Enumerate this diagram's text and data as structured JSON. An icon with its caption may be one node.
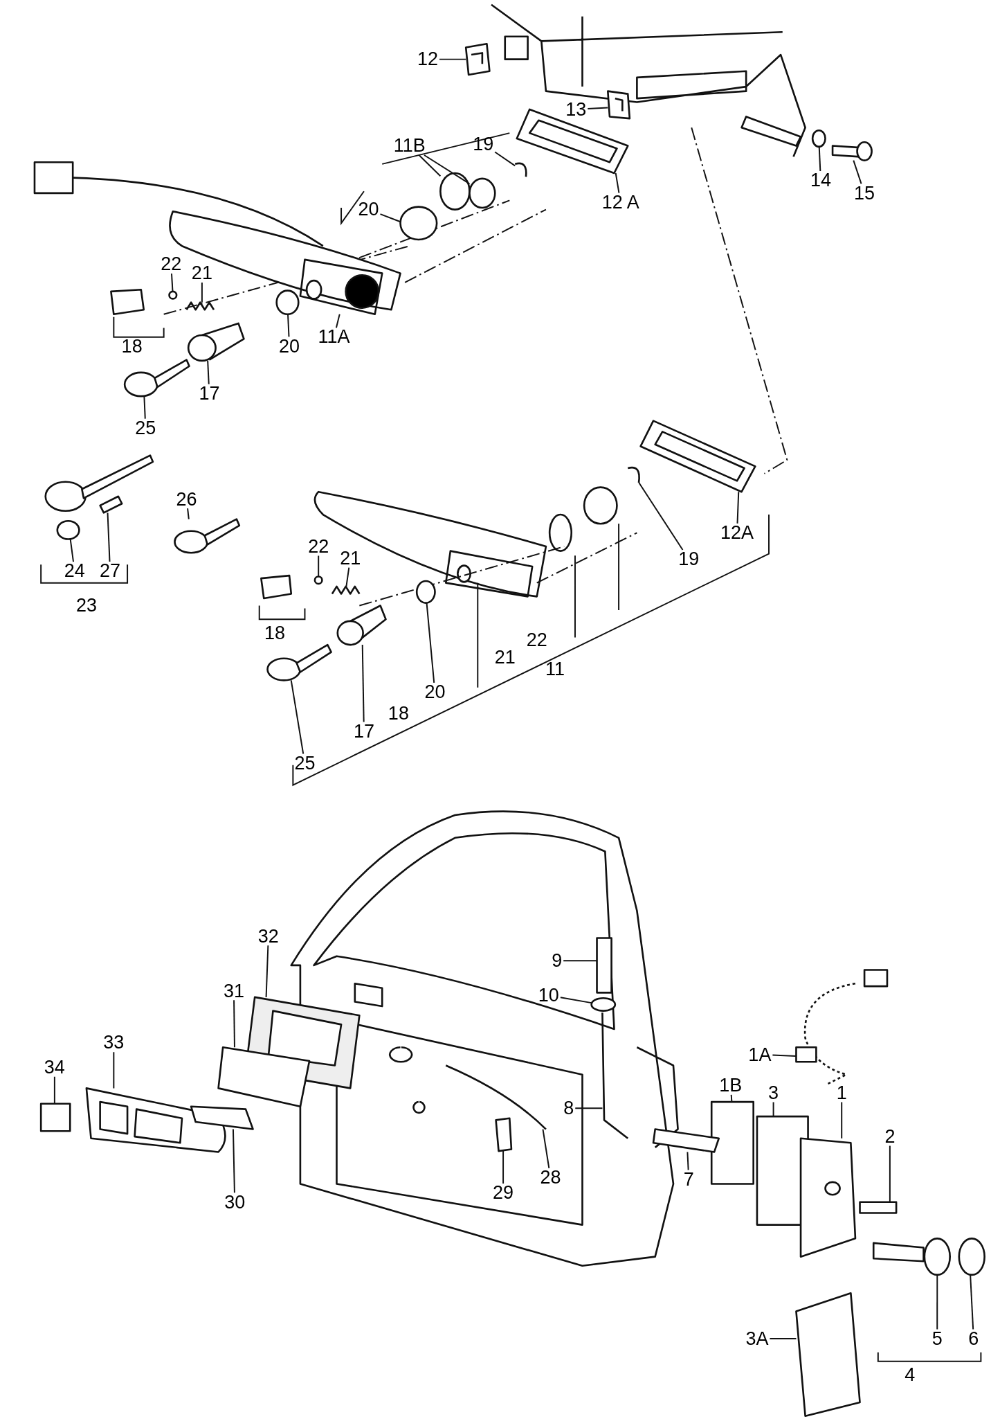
{
  "diagram": {
    "nodes": [
      {
        "text": [
          "12"
        ]
      },
      {
        "text": [
          "13"
        ]
      },
      {
        "text": [
          "11B"
        ]
      },
      {
        "text": [
          "19"
        ]
      },
      {
        "text": [
          "14"
        ]
      },
      {
        "text": [
          "15"
        ]
      },
      {
        "text": [
          "20"
        ]
      },
      {
        "text": [
          "12 A"
        ]
      },
      {
        "text": [
          "22"
        ]
      },
      {
        "text": [
          "21"
        ]
      },
      {
        "text": [
          "20"
        ]
      },
      {
        "text": [
          "11A"
        ]
      },
      {
        "text": [
          "17"
        ]
      },
      {
        "text": [
          "25"
        ]
      },
      {
        "text": [
          "26"
        ]
      },
      {
        "text": [
          "24"
        ]
      },
      {
        "text": [
          "27"
        ]
      },
      {
        "text": [
          "22"
        ]
      },
      {
        "text": [
          "21"
        ]
      },
      {
        "text": [
          "19"
        ]
      },
      {
        "text": [
          "12A"
        ]
      },
      {
        "text": [
          "20"
        ]
      },
      {
        "text": [
          "17"
        ]
      },
      {
        "text": [
          "25"
        ]
      },
      {
        "text": [
          "32"
        ]
      },
      {
        "text": [
          "31"
        ]
      },
      {
        "text": [
          "33"
        ]
      },
      {
        "text": [
          "34"
        ]
      },
      {
        "text": [
          "30"
        ]
      },
      {
        "text": [
          "9"
        ]
      },
      {
        "text": [
          "10"
        ]
      },
      {
        "text": [
          "8"
        ]
      },
      {
        "text": [
          "1A"
        ]
      },
      {
        "text": [
          "1B"
        ]
      },
      {
        "text": [
          "3"
        ]
      },
      {
        "text": [
          "1"
        ]
      },
      {
        "text": [
          "2"
        ]
      },
      {
        "text": [
          "7"
        ]
      },
      {
        "text": [
          "29"
        ]
      },
      {
        "text": [
          "28"
        ]
      },
      {
        "text": [
          "3A"
        ]
      },
      {
        "text": [
          "5"
        ]
      },
      {
        "text": [
          "6"
        ]
      },
      {
        "text": [],
        "shape": "picture"
      },
      {
        "text": [],
        "shape": "picture"
      },
      {
        "text": [],
        "shape": "circle"
      },
      {
        "text": [],
        "shape": "circle"
      },
      {
        "text": [],
        "shape": "picture"
      },
      {
        "text": [],
        "shape": "circle"
      },
      {
        "text": [],
        "shape": "picture"
      },
      {
        "text": [],
        "shape": "circle"
      },
      {
        "text": [],
        "shape": "picture"
      },
      {
        "text": [],
        "shape": "circle"
      },
      {
        "text": [],
        "shape": "picture"
      },
      {
        "text": [],
        "shape": "circle"
      },
      {
        "text": [],
        "shape": "picture"
      },
      {
        "text": [],
        "shape": "picture"
      },
      {
        "text": [],
        "shape": "picture"
      },
      {
        "text": [],
        "shape": "picture"
      },
      {
        "text": [],
        "shape": "circle"
      },
      {
        "text": [],
        "shape": "picture"
      },
      {
        "text": [],
        "shape": "circle"
      },
      {
        "text": [],
        "shape": "picture"
      },
      {
        "text": [],
        "shape": "picture"
      },
      {
        "text": [],
        "shape": "picture"
      },
      {
        "text": [],
        "shape": "circle"
      },
      {
        "text": [],
        "shape": "picture"
      },
      {
        "text": [],
        "shape": "picture"
      },
      {
        "text": [],
        "shape": "picture"
      },
      {
        "text": [],
        "shape": "picture"
      },
      {
        "text": [],
        "shape": "picture"
      },
      {
        "text": [],
        "shape": "box"
      },
      {
        "text": [],
        "shape": "picture"
      },
      {
        "text": [],
        "shape": "box"
      },
      {
        "text": [],
        "shape": "circle"
      },
      {
        "text": [],
        "shape": "picture"
      },
      {
        "text": [],
        "shape": "picture"
      },
      {
        "text": [],
        "shape": "box"
      },
      {
        "text": [],
        "shape": "box"
      },
      {
        "text": [],
        "shape": "picture"
      },
      {
        "text": [],
        "shape": "box"
      },
      {
        "text": [],
        "shape": "picture"
      },
      {
        "text": [],
        "shape": "picture"
      },
      {
        "text": [],
        "shape": "picture"
      },
      {
        "text": [],
        "shape": "picture"
      },
      {
        "text": [],
        "shape": "circle"
      },
      {
        "text": [],
        "shape": "circle"
      }
    ],
    "edges": [
      {
        "from": 0,
        "to": 43,
        "arrow": "none"
      },
      {
        "from": 1,
        "to": 44,
        "arrow": "none"
      },
      {
        "from": 2,
        "to": 45,
        "arrow": "none"
      },
      {
        "from": 2,
        "to": 46,
        "arrow": "none"
      },
      {
        "from": 3,
        "to": 47,
        "arrow": "none"
      },
      {
        "from": 4,
        "to": 48,
        "arrow": "none"
      },
      {
        "from": 5,
        "to": 49,
        "arrow": "none"
      },
      {
        "from": 6,
        "to": 50,
        "arrow": "none"
      },
      {
        "from": 7,
        "to": 51,
        "arrow": "none"
      },
      {
        "from": 8,
        "to": 52,
        "arrow": "none"
      },
      {
        "from": 9,
        "to": 53,
        "arrow": "none"
      },
      {
        "from": 10,
        "to": 54,
        "arrow": "none"
      },
      {
        "from": 11,
        "to": 55,
        "arrow": "none"
      },
      {
        "from": 12,
        "to": 56,
        "arrow": "none"
      },
      {
        "from": 13,
        "to": 57,
        "arrow": "none"
      },
      {
        "from": 14,
        "to": 58,
        "arrow": "none"
      },
      {
        "from": 15,
        "to": 59,
        "arrow": "none"
      },
      {
        "from": 16,
        "to": 60,
        "arrow": "none"
      },
      {
        "from": 17,
        "to": 61,
        "arrow": "none"
      },
      {
        "from": 18,
        "to": 62,
        "arrow": "none"
      },
      {
        "from": 19,
        "to": 63,
        "arrow": "none"
      },
      {
        "from": 20,
        "to": 64,
        "arrow": "none"
      },
      {
        "from": 21,
        "to": 65,
        "arrow": "none"
      },
      {
        "from": 22,
        "to": 66,
        "arrow": "none"
      },
      {
        "from": 23,
        "to": 67,
        "arrow": "none"
      },
      {
        "from": 24,
        "to": 68,
        "arrow": "none"
      },
      {
        "from": 25,
        "to": 69,
        "arrow": "none"
      },
      {
        "from": 26,
        "to": 70,
        "arrow": "none"
      },
      {
        "from": 27,
        "to": 71,
        "arrow": "none"
      },
      {
        "from": 28,
        "to": 72,
        "arrow": "none"
      },
      {
        "from": 29,
        "to": 73,
        "arrow": "none"
      },
      {
        "from": 30,
        "to": 74,
        "arrow": "none"
      },
      {
        "from": 31,
        "to": 75,
        "arrow": "none"
      },
      {
        "from": 32,
        "to": 76,
        "arrow": "none"
      },
      {
        "from": 33,
        "to": 77,
        "arrow": "none"
      },
      {
        "from": 34,
        "to": 78,
        "arrow": "none"
      },
      {
        "from": 35,
        "to": 79,
        "arrow": "none"
      },
      {
        "from": 36,
        "to": 80,
        "arrow": "none"
      },
      {
        "from": 37,
        "to": 81,
        "arrow": "none"
      },
      {
        "from": 38,
        "to": 82,
        "arrow": "none"
      },
      {
        "from": 39,
        "to": 83,
        "arrow": "none"
      },
      {
        "from": 40,
        "to": 84,
        "arrow": "none"
      },
      {
        "from": 41,
        "to": 85,
        "arrow": "none"
      },
      {
        "from": 42,
        "to": 86,
        "arrow": "none"
      }
    ],
    "labels": [
      "18",
      "23",
      "18",
      "22",
      "21",
      "11",
      "18",
      "4"
    ]
  }
}
